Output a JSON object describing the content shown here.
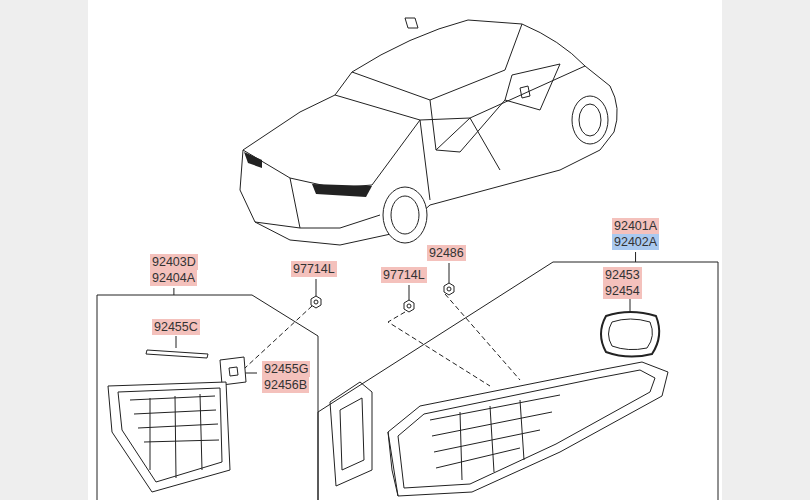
{
  "diagram": {
    "nodes": [
      {
        "text": [
          "92403D",
          "92404A"
        ]
      },
      {
        "text": [
          "92401A",
          "92402A"
        ]
      }
    ],
    "labels": [
      "97714L",
      "92486",
      "97714L",
      "92453",
      "92454",
      "92455C",
      "92455G",
      "92456B"
    ]
  }
}
